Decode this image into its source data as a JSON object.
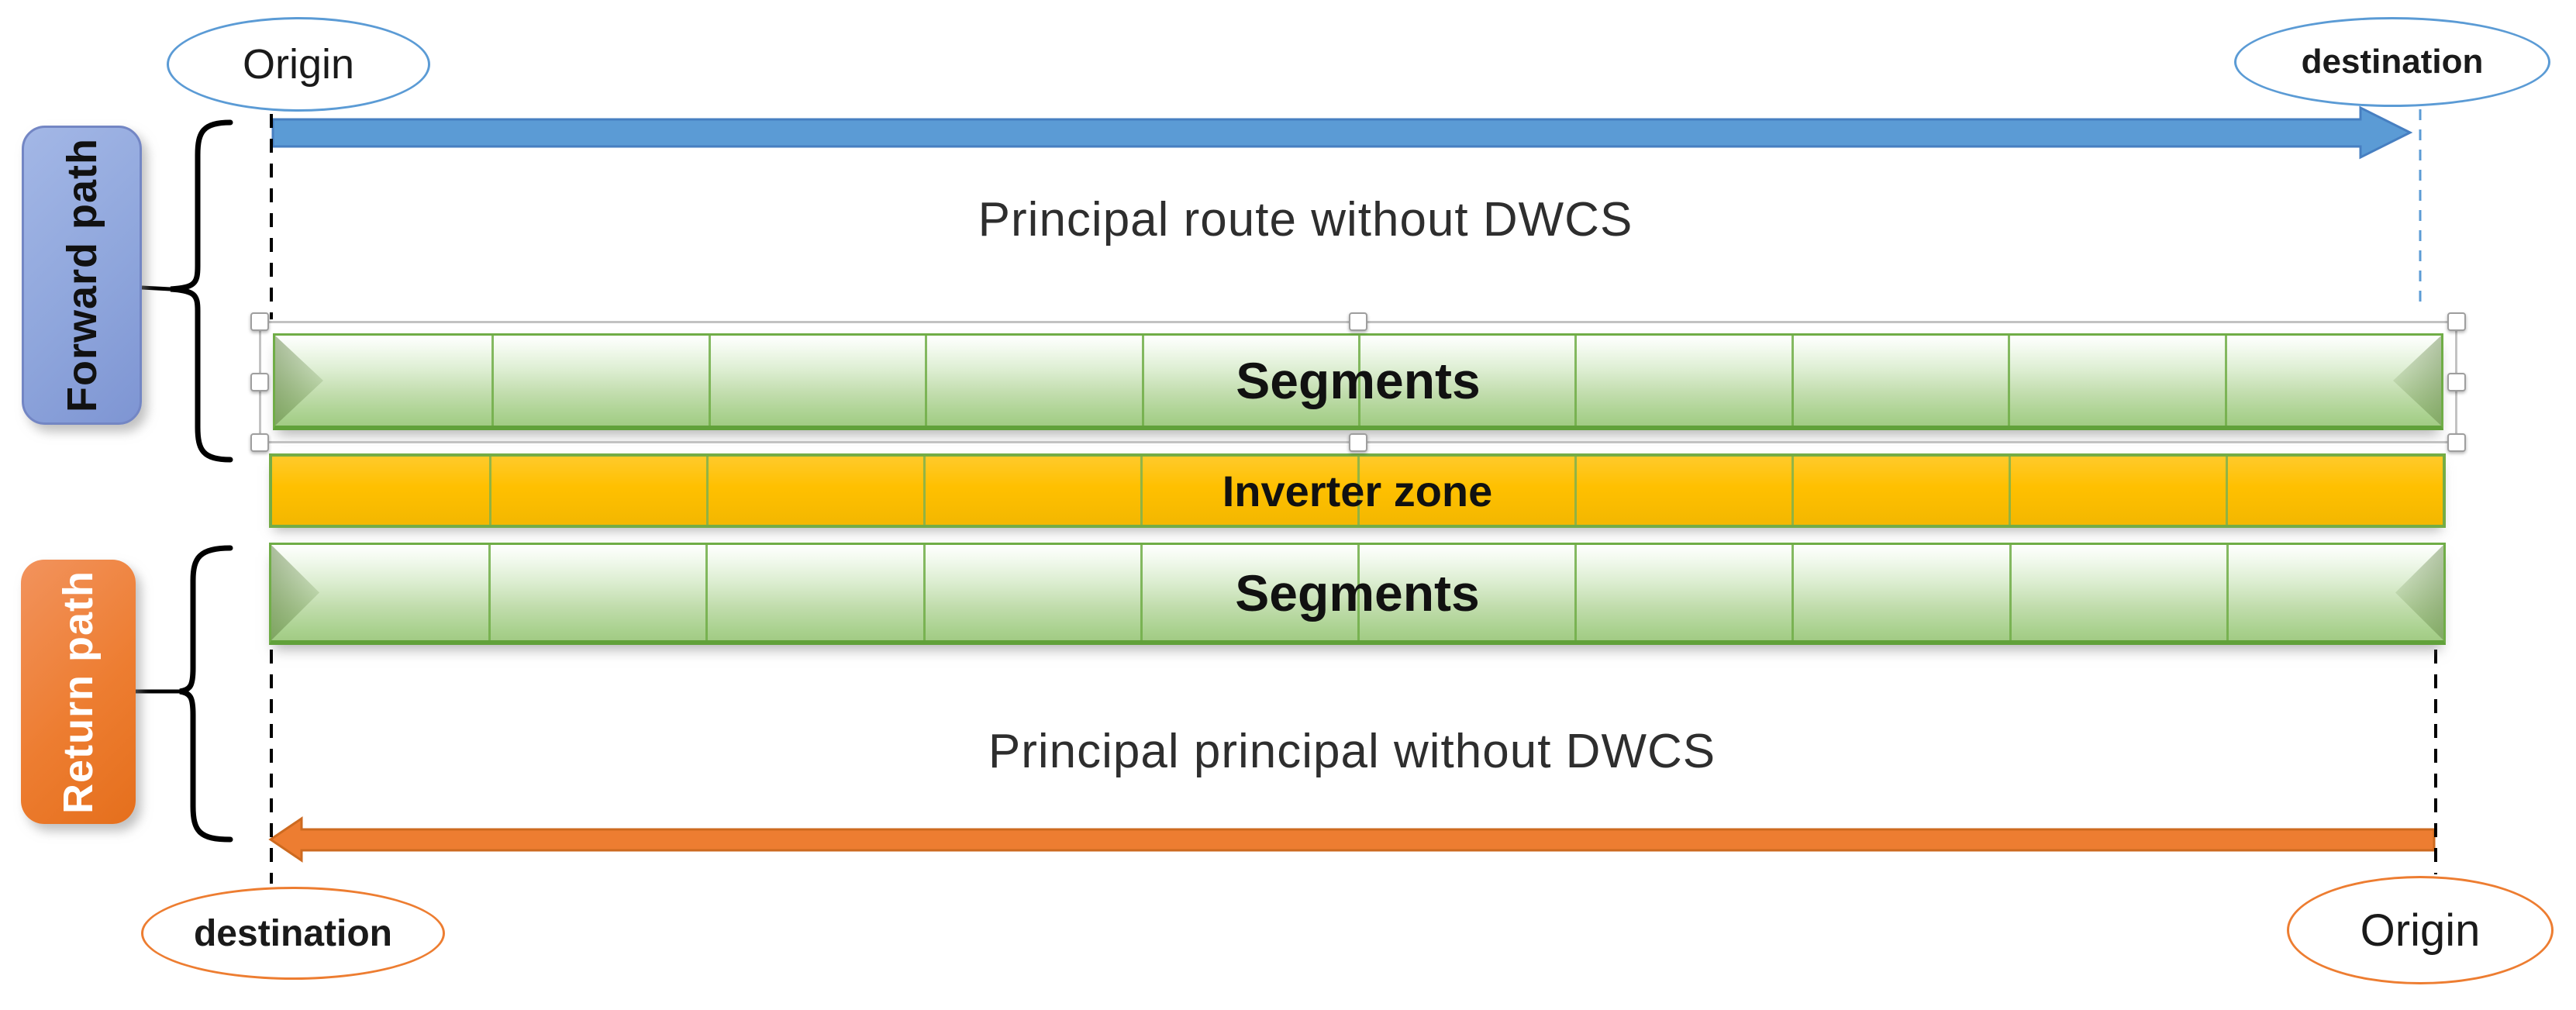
{
  "colors": {
    "blue": "#5b9bd5",
    "blue_dark": "#477fc1",
    "orange": "#ed7d31",
    "orange_dark": "#cd6a20",
    "green_border": "#70ad47",
    "green_fill": "#a9d18e",
    "yellow": "#ffc000"
  },
  "forward": {
    "group_label": "Forward path",
    "origin": "Origin",
    "destination": "destination",
    "route_caption": "Principal route without DWCS"
  },
  "return": {
    "group_label": "Return path",
    "origin": "Origin",
    "destination": "destination",
    "route_caption": "Principal principal without DWCS"
  },
  "bars": {
    "segments_forward": {
      "label": "Segments",
      "segment_count": 10
    },
    "inverter_zone": {
      "label": "Inverter zone",
      "segment_count": 10
    },
    "segments_return": {
      "label": "Segments",
      "segment_count": 10
    }
  }
}
